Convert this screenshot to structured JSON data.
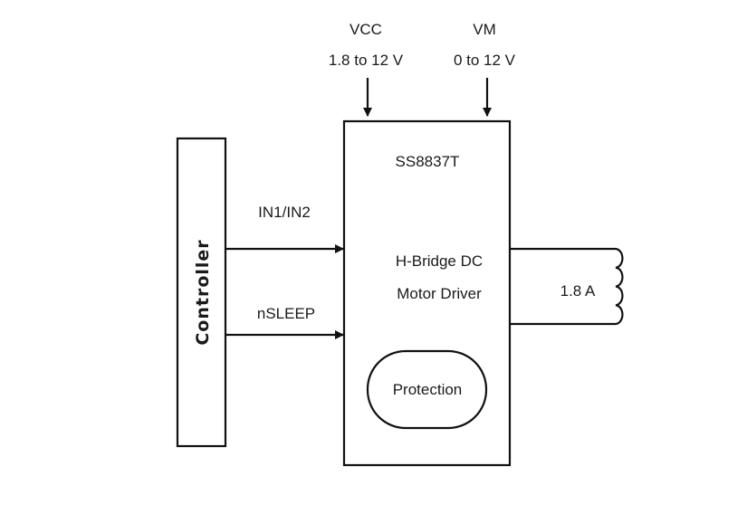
{
  "diagram": {
    "controller": {
      "label": "Controller"
    },
    "supplies": [
      {
        "name": "VCC",
        "range": "1.8 to 12 V"
      },
      {
        "name": "VM",
        "range": "0 to 12 V"
      }
    ],
    "driver": {
      "part_number": "SS8837T",
      "description_line1": "H-Bridge DC",
      "description_line2": "Motor Driver",
      "protection_label": "Protection"
    },
    "signals": [
      {
        "label": "IN1/IN2"
      },
      {
        "label": "nSLEEP"
      }
    ],
    "motor": {
      "current_label": "1.8 A"
    }
  }
}
